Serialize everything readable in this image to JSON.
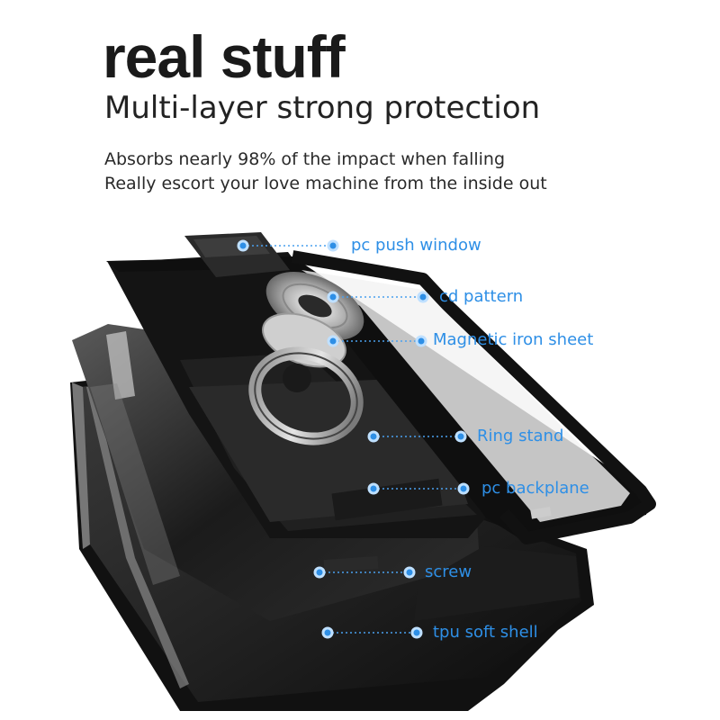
{
  "headline": "real stuff",
  "subheadline": "Multi-layer strong protection",
  "description": [
    "Absorbs nearly 98% of the impact when falling",
    "Really escort your love machine from the inside out"
  ],
  "accent_color": "#2e8fe6",
  "callouts": [
    {
      "label": "pc push window"
    },
    {
      "label": "cd pattern"
    },
    {
      "label": "Magnetic iron sheet"
    },
    {
      "label": "Ring stand"
    },
    {
      "label": "pc backplane"
    },
    {
      "label": "screw"
    },
    {
      "label": "tpu soft shell"
    }
  ]
}
